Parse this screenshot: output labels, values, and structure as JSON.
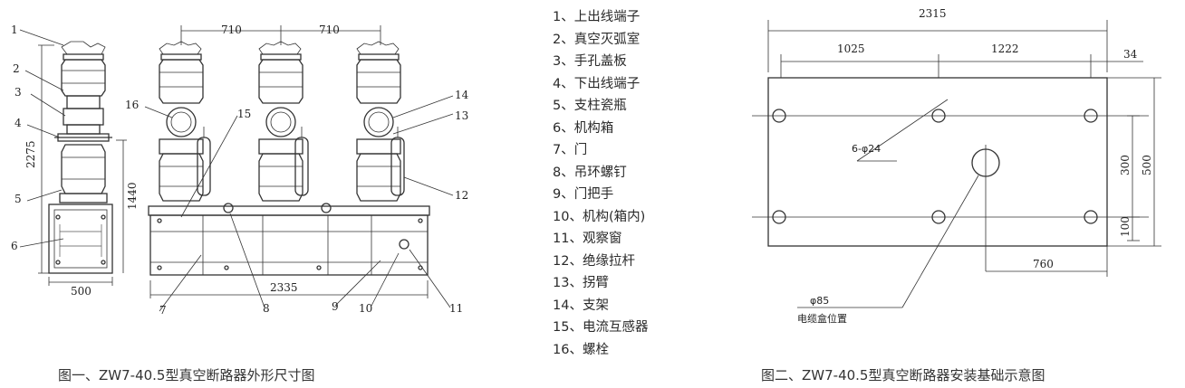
{
  "figure1": {
    "caption": "图一、ZW7-40.5型真空断路器外形尺寸图",
    "dims": {
      "pole_spacing_1": "710",
      "pole_spacing_2": "710",
      "total_height": "2275",
      "frame_height": "1440",
      "side_width": "500",
      "total_width": "2335"
    },
    "callouts": [
      "1",
      "2",
      "3",
      "4",
      "5",
      "6",
      "16",
      "15",
      "14",
      "13",
      "12",
      "7",
      "8",
      "9",
      "10",
      "11"
    ]
  },
  "legend": {
    "items": [
      "1、上出线端子",
      "2、真空灭弧室",
      "3、手孔盖板",
      "4、下出线端子",
      "5、支柱瓷瓶",
      "6、机构箱",
      "7、门",
      "8、吊环螺钉",
      "9、门把手",
      "10、机构(箱内)",
      "11、观察窗",
      "12、绝缘拉杆",
      "13、拐臂",
      "14、支架",
      "15、电流互感器",
      "16、螺栓"
    ]
  },
  "figure2": {
    "caption": "图二、ZW7-40.5型真空断路器安装基础示意图",
    "dims": {
      "total_length": "2315",
      "left_seg": "1025",
      "mid_seg": "1222",
      "right_seg": "34",
      "height_300": "300",
      "height_500": "500",
      "height_100": "100",
      "bottom_760": "760",
      "holes": "6-φ24",
      "cable_hole": "φ85",
      "cable_label": "电缆盒位置"
    }
  }
}
